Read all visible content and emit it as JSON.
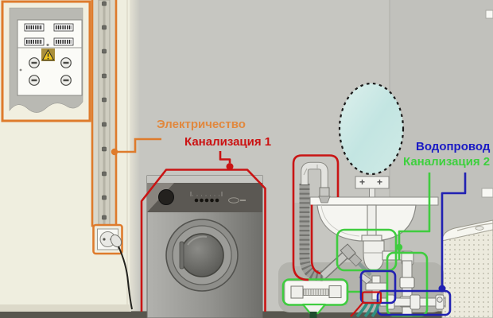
{
  "labels": {
    "electricity": {
      "text": "Электричество",
      "color": "#E1883E"
    },
    "sewage_1": {
      "text": "Канализация 1",
      "color": "#CB1212"
    },
    "water_supply": {
      "text": "Водопровод",
      "color": "#1B1BC4"
    },
    "sewage_2": {
      "text": "Канализация 2",
      "color": "#3ED03E"
    }
  },
  "faucet": {
    "left_handle": "+",
    "right_handle": "+"
  },
  "colors": {
    "electricity_line": "#DE7B2C",
    "sewage1_line": "#C91414",
    "water_line": "#2121B2",
    "sewage2_line": "#3FCC3F",
    "main_wall": "#C6C6C1",
    "left_wall": "#EFEEDF",
    "floor": "#57564E",
    "mirror": "#CDEAE6",
    "machine_body": "#8A8A86"
  }
}
